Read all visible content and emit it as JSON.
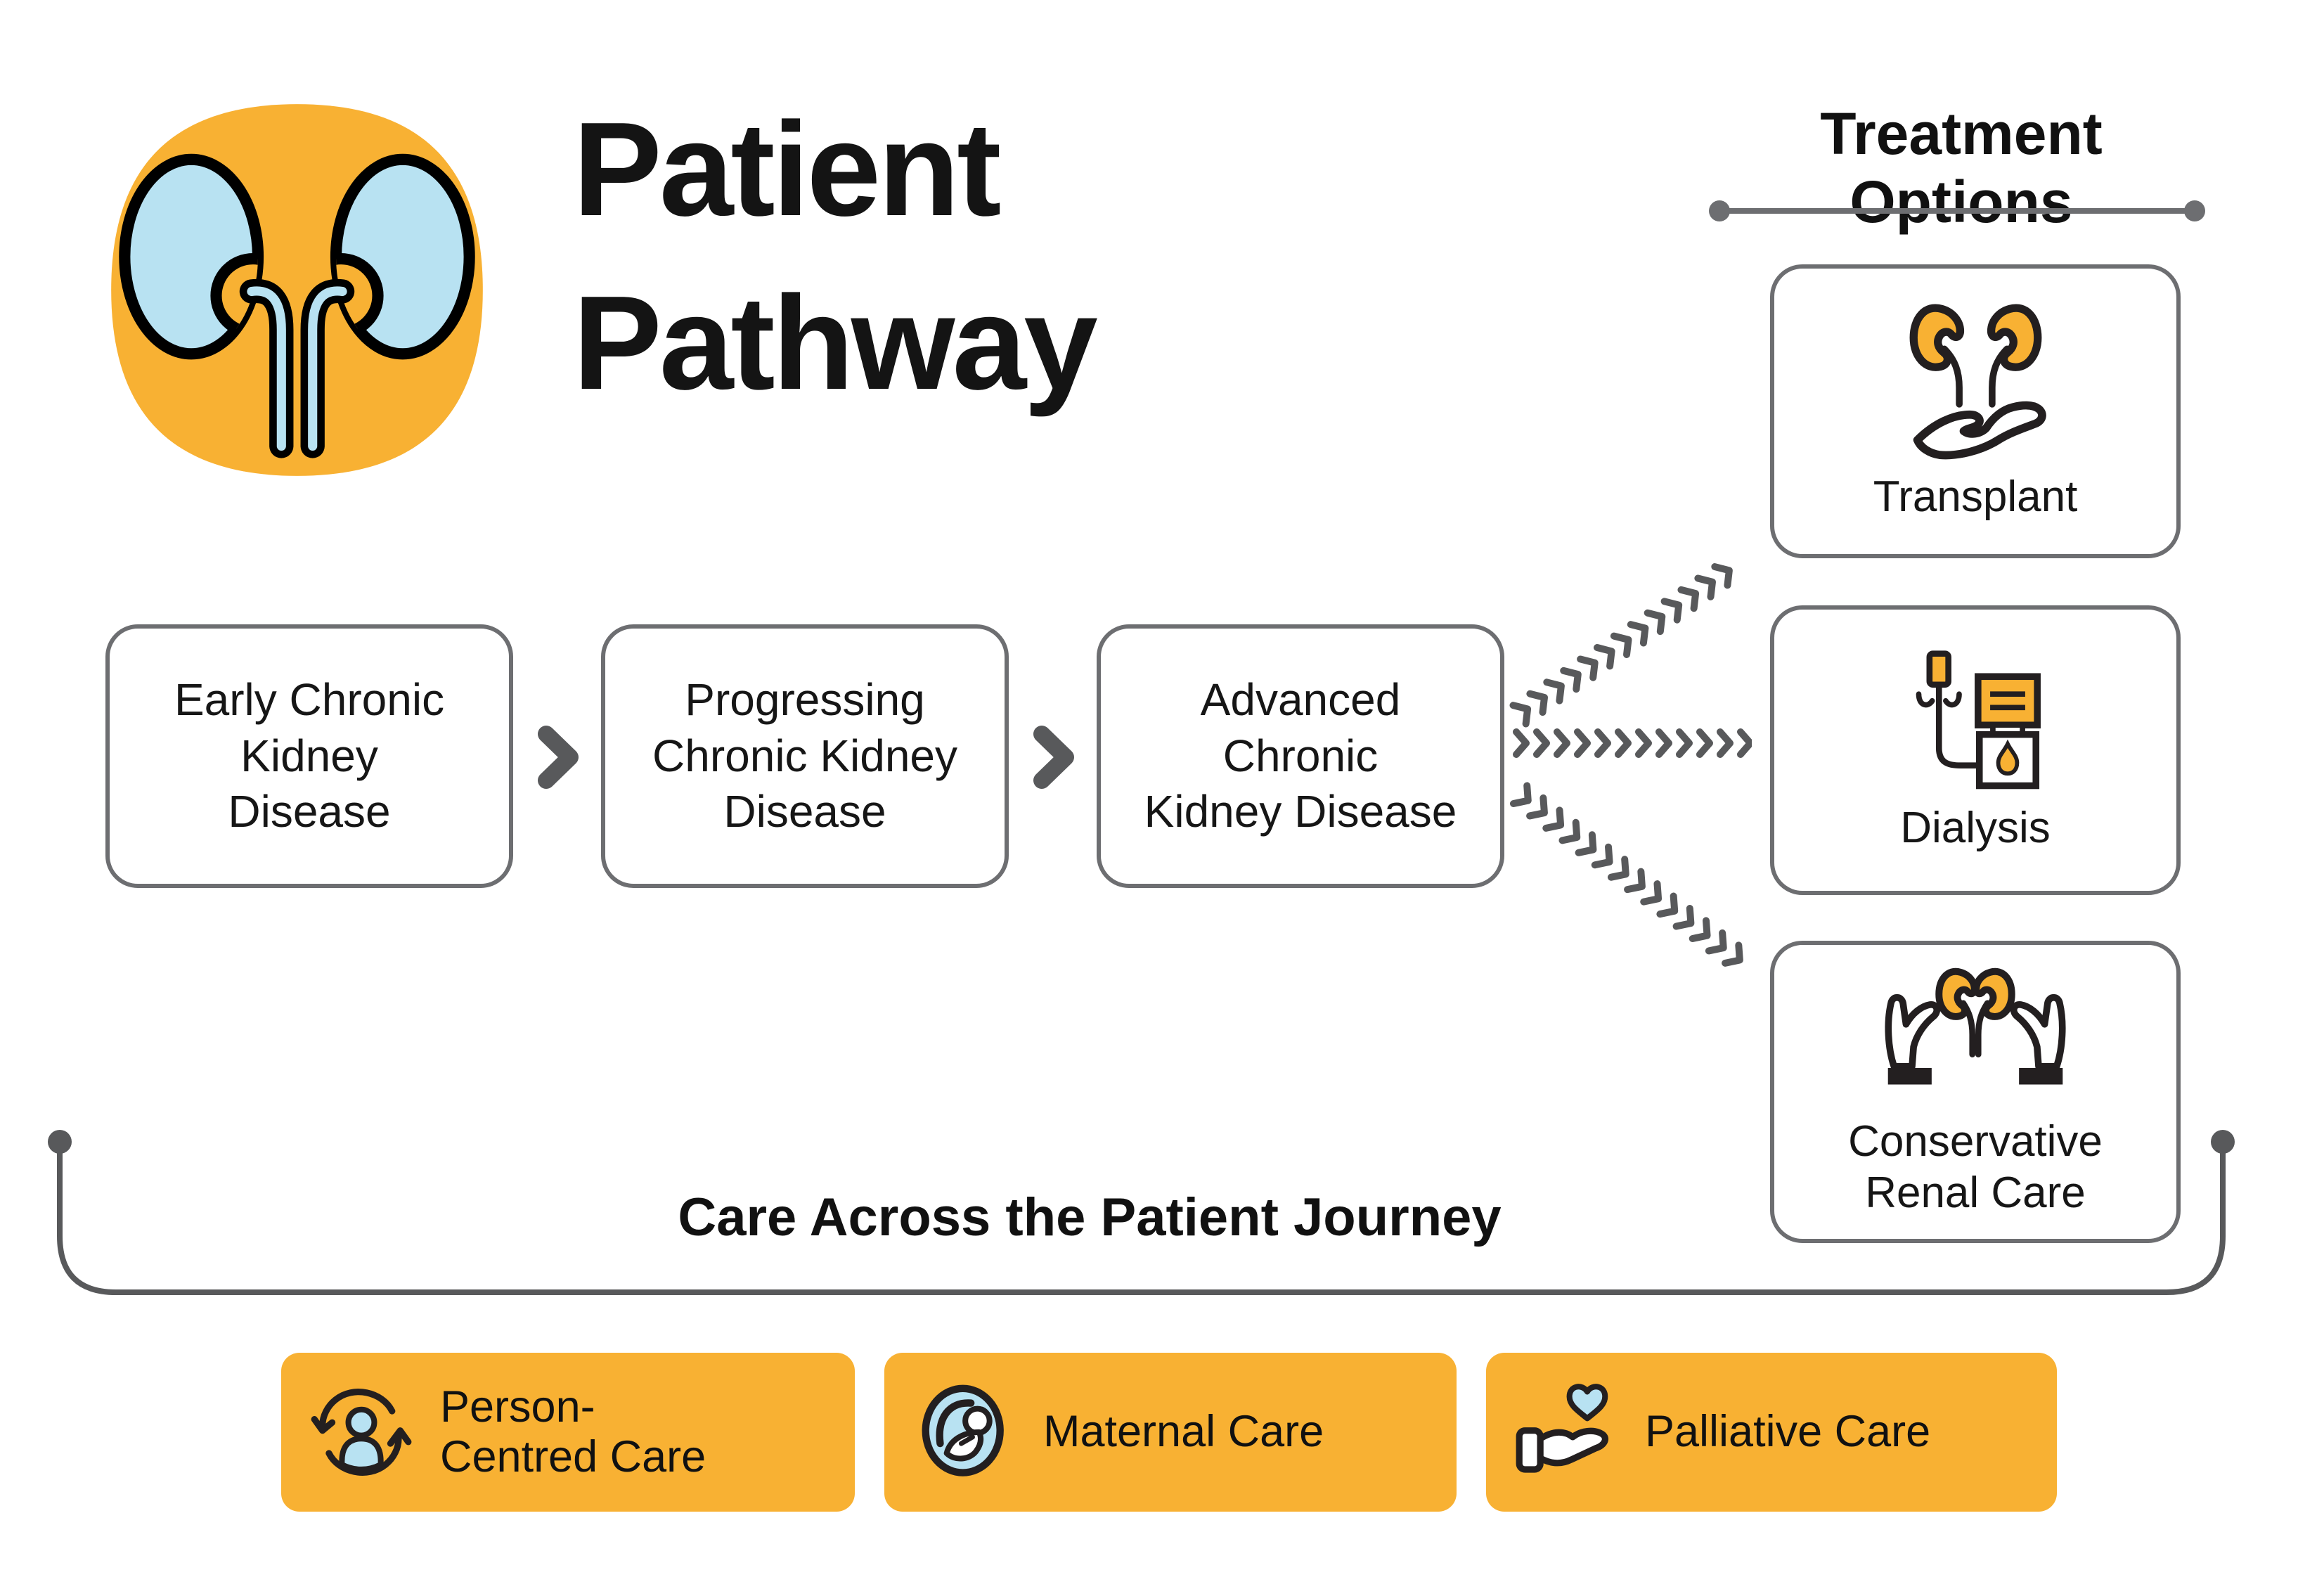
{
  "header": {
    "title": "Patient\nPathway",
    "logo_icon": "kidneys-logo"
  },
  "treatment": {
    "heading": "Treatment Options",
    "options": [
      {
        "label": "Transplant",
        "icon": "kidneys-in-hand"
      },
      {
        "label": "Dialysis",
        "icon": "dialysis-machine"
      },
      {
        "label": "Conservative\nRenal Care",
        "icon": "hands-holding-kidneys"
      }
    ]
  },
  "pathway": {
    "stages": [
      {
        "label": "Early Chronic\nKidney\nDisease"
      },
      {
        "label": "Progressing\nChronic Kidney\nDisease"
      },
      {
        "label": "Advanced\nChronic\nKidney Disease"
      }
    ]
  },
  "journey": {
    "caption": "Care Across the Patient Journey",
    "buttons": [
      {
        "label": "Person-\nCentred Care",
        "icon": "person-cycle"
      },
      {
        "label": "Maternal Care",
        "icon": "fetus"
      },
      {
        "label": "Palliative Care",
        "icon": "hand-heart"
      }
    ]
  },
  "colors": {
    "accent_yellow": "#F8B133",
    "light_blue": "#B8E2F2",
    "line_gray": "#58595B",
    "border_gray": "#6D6E71",
    "icon_outline": "#231F20",
    "ink": "#141414"
  }
}
